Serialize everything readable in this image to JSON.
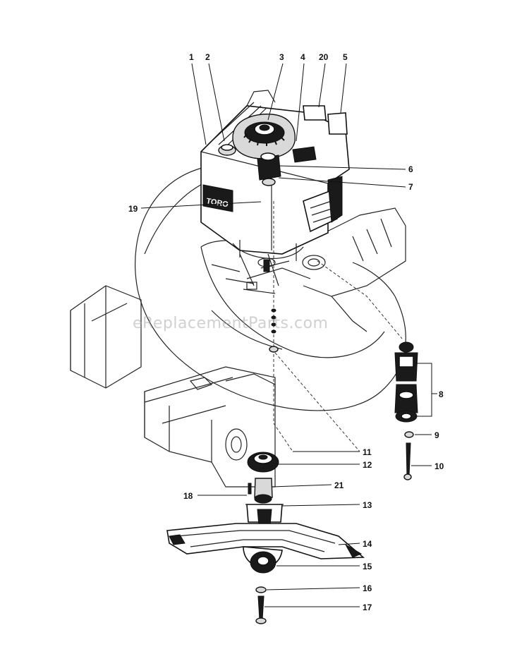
{
  "watermark": "eReplacementParts.com",
  "engine_badge": "TORO",
  "callouts": [
    "1",
    "2",
    "3",
    "4",
    "20",
    "5",
    "6",
    "7",
    "19",
    "8",
    "9",
    "10",
    "11",
    "12",
    "21",
    "18",
    "13",
    "14",
    "15",
    "16",
    "17"
  ]
}
